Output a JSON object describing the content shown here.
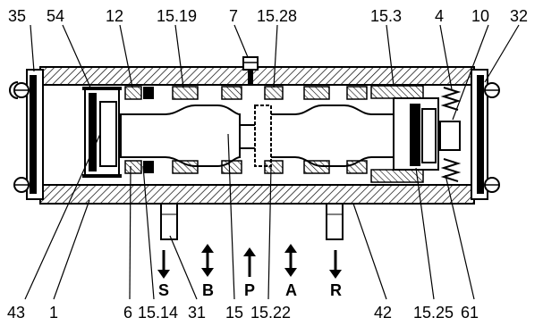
{
  "labels_top": [
    "35",
    "54",
    "12",
    "15.19",
    "7",
    "15.28",
    "15.3",
    "4",
    "10",
    "32"
  ],
  "labels_bottom": [
    "43",
    "1",
    "6",
    "15.14",
    "31",
    "15",
    "15.22",
    "42",
    "15.25",
    "61"
  ],
  "ports": [
    {
      "label": "S",
      "arrow": "down"
    },
    {
      "label": "B",
      "arrow": "both"
    },
    {
      "label": "P",
      "arrow": "up"
    },
    {
      "label": "A",
      "arrow": "both"
    },
    {
      "label": "R",
      "arrow": "down"
    }
  ],
  "colors": {
    "line": "#000000",
    "background": "#ffffff"
  }
}
